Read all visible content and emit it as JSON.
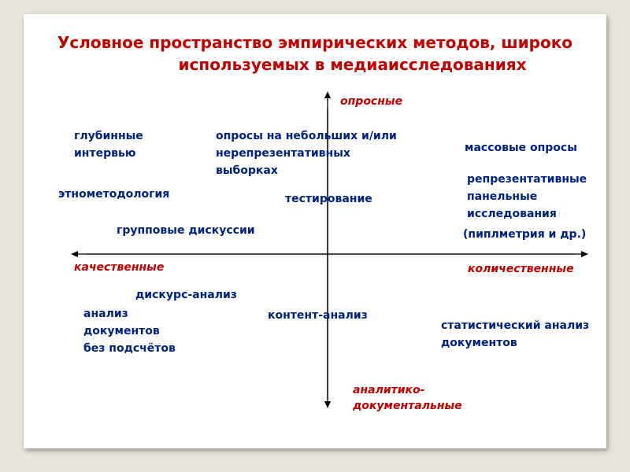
{
  "title": {
    "line1": "Условное пространство эмпирических методов, широко",
    "line2": "используемых в медиаисследованиях"
  },
  "axes": {
    "top": "опросные",
    "left": "качественные",
    "right": "количественные",
    "bottom_line1": "аналитико-",
    "bottom_line2": "документальные"
  },
  "methods": {
    "in_depth": [
      "глубинные",
      "интервью"
    ],
    "small_surveys": [
      "опросы на небольших и/или",
      "нерепрезентативных",
      "выборках"
    ],
    "mass_surveys": "массовые опросы",
    "representative_panels": [
      "репрезентативные",
      "панельные",
      "исследования"
    ],
    "peoplemeter": "(пиплметрия и др.)",
    "ethnomethodology": "этнометодология",
    "testing": "тестирование",
    "focus_groups": "групповые дискуссии",
    "discourse": "дискурс-анализ",
    "doc_analysis": [
      "анализ",
      "документов",
      "без подсчётов"
    ],
    "content_analysis": "контент-анализ",
    "stat_analysis": [
      "статистический анализ",
      "документов"
    ]
  },
  "colors": {
    "title": "#c00000",
    "method_text": "#002080",
    "axis_label": "#c00000",
    "axis_line": "#000000"
  }
}
